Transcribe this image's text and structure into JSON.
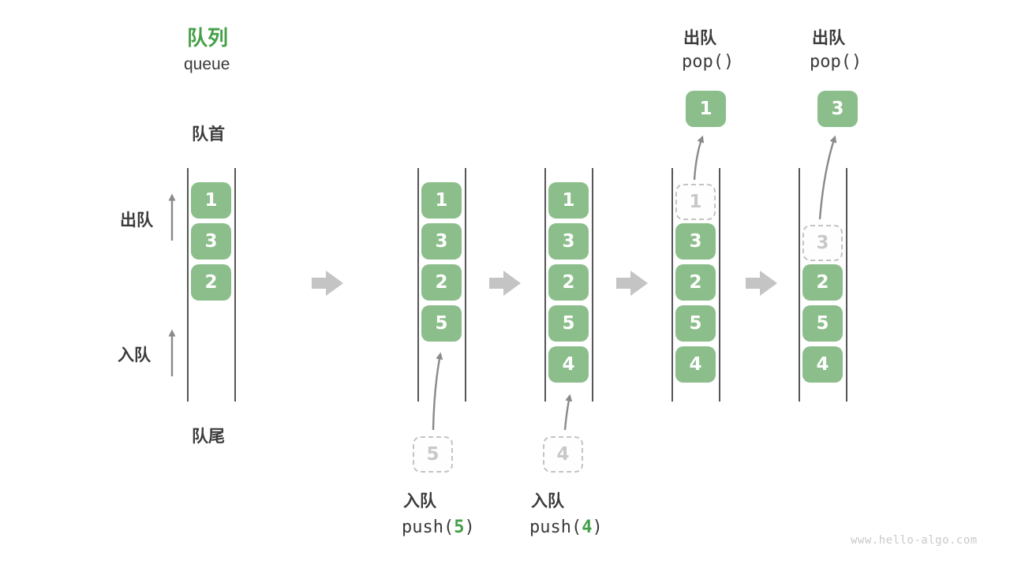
{
  "title": {
    "zh": "队列",
    "en": "queue"
  },
  "labels": {
    "front": "队首",
    "rear": "队尾",
    "dequeue": "出队",
    "enqueue": "入队"
  },
  "operations": {
    "push5": {
      "label": "入队",
      "fn": "push(",
      "arg": "5",
      "close": ")"
    },
    "push4": {
      "label": "入队",
      "fn": "push(",
      "arg": "4",
      "close": ")"
    },
    "pop1": {
      "label": "出队",
      "fn": "pop()"
    },
    "pop2": {
      "label": "出队",
      "fn": "pop()"
    }
  },
  "states": [
    {
      "boxes": [
        "1",
        "3",
        "2"
      ]
    },
    {
      "boxes": [
        "1",
        "3",
        "2",
        "5"
      ],
      "incoming": "5"
    },
    {
      "boxes": [
        "1",
        "3",
        "2",
        "5",
        "4"
      ],
      "incoming": "4"
    },
    {
      "ghost": "1",
      "boxes": [
        "3",
        "2",
        "5",
        "4"
      ],
      "popped": "1"
    },
    {
      "ghost": "3",
      "boxes": [
        "2",
        "5",
        "4"
      ],
      "popped": "3"
    }
  ],
  "watermark": "www.hello-algo.com",
  "colors": {
    "box_green": "#8bbe8b",
    "accent_green": "#43a047",
    "text_dark": "#3b3b3b",
    "rail_gray": "#565656",
    "thin_arrow_gray": "#8a8a8a",
    "block_arrow_gray": "#c4c4c4",
    "ghost_gray": "#c8c8c8",
    "watermark_gray": "#c9c9c9"
  }
}
